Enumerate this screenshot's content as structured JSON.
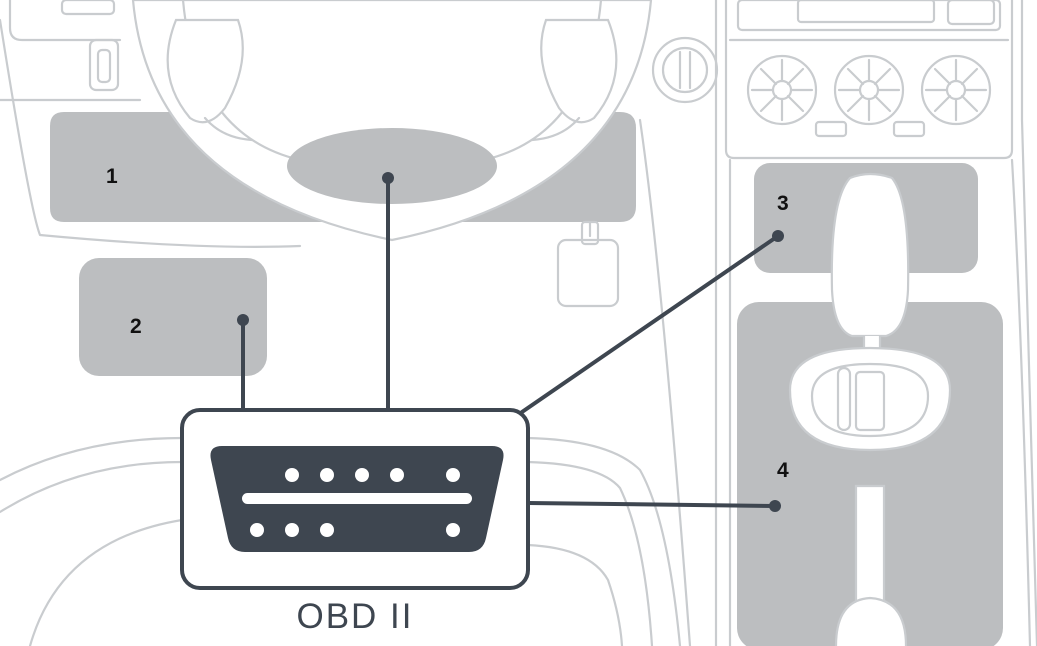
{
  "labels": {
    "zone_1": "1",
    "zone_2": "2",
    "zone_3": "3",
    "zone_4": "4",
    "caption": "OBD II"
  },
  "colors": {
    "zone_fill": "#bcbec0",
    "outline": "#c9cccf",
    "connector": "#3e4650",
    "label_text": "#111111"
  }
}
